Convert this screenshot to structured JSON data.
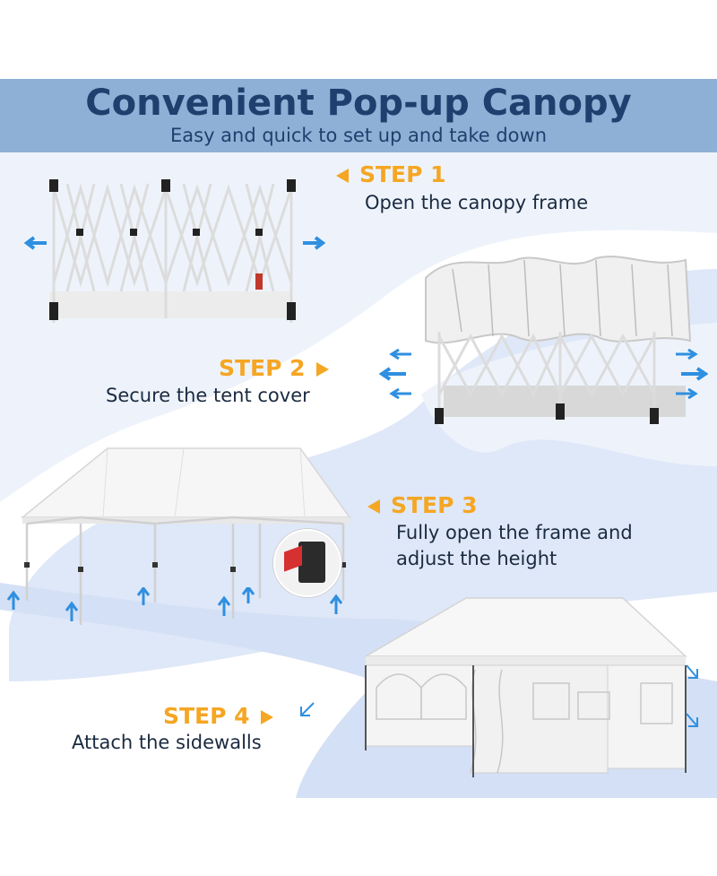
{
  "header": {
    "title": "Convenient Pop-up Canopy",
    "subtitle": "Easy and quick to set up and take down"
  },
  "steps": [
    {
      "label": "STEP 1",
      "description": "Open the canopy frame"
    },
    {
      "label": "STEP 2",
      "description": "Secure the tent cover"
    },
    {
      "label": "STEP 3",
      "description_line1": "Fully open the frame and",
      "description_line2": "adjust the height"
    },
    {
      "label": "STEP 4",
      "description": "Attach the sidewalls"
    }
  ],
  "colors": {
    "banner": "#8fb0d6",
    "title": "#1f3f6e",
    "step_accent": "#f5a623",
    "path_band": "#dbe5f7",
    "arrow_blue": "#2f8fe0"
  }
}
